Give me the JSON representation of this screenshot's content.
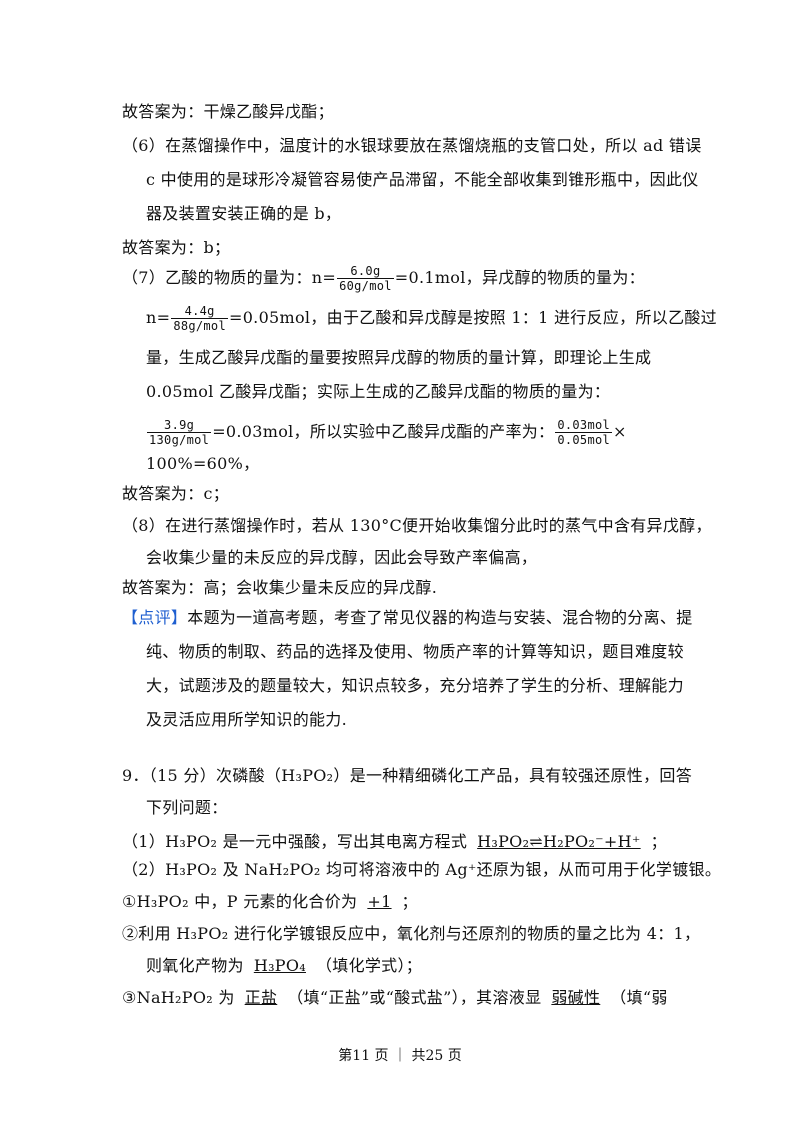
{
  "blocks": {
    "b1": "故答案为：干燥乙酸异戊酯；",
    "q6_1": "（6）在蒸馏操作中，温度计的水银球要放在蒸馏烧瓶的支管口处，所以 ad 错误",
    "q6_2": "c 中使用的是球形冷凝管容易使产品滞留，不能全部收集到锥形瓶中，因此仪",
    "q6_3": "器及装置安装正确的是 b，",
    "b2": "故答案为：b；",
    "q7_1a": "（7）乙酸的物质的量为：n=",
    "q7_1_num": "6.0g",
    "q7_1_den": "60g/mol",
    "q7_1b": "=0.1mol，异戊醇的物质的量为：",
    "q7_2a": "n=",
    "q7_2_num": "4.4g",
    "q7_2_den": "88g/mol",
    "q7_2b": "=0.05mol，由于乙酸和异戊醇是按照 1：1 进行反应，所以乙酸过",
    "q7_3": "量，生成乙酸异戊酯的量要按照异戊醇的物质的量计算，即理论上生成",
    "q7_4": "0.05mol 乙酸异戊酯；实际上生成的乙酸异戊酯的物质的量为：",
    "q7_5_num": "3.9g",
    "q7_5_den": "130g/mol",
    "q7_5b": "=0.03mol，所以实验中乙酸异戊酯的产率为：",
    "q7_5_num2": "0.03mol",
    "q7_5_den2": "0.05mol",
    "q7_5c": "×",
    "q7_6": "100%=60%，",
    "b3": "故答案为：c；",
    "q8_1": "（8）在进行蒸馏操作时，若从 130°C便开始收集馏分此时的蒸气中含有异戊醇，",
    "q8_2": "会收集少量的未反应的异戊醇，因此会导致产率偏高，",
    "b4": "故答案为：高；会收集少量未反应的异戊醇.",
    "review_tag": "【点评】",
    "review_1": "本题为一道高考题，考查了常见仪器的构造与安装、混合物的分离、提",
    "review_2": "纯、物质的制取、药品的选择及使用、物质产率的计算等知识，题目难度较",
    "review_3": "大，试题涉及的题量较大，知识点较多，充分培养了学生的分析、理解能力",
    "review_4": "及灵活应用所学知识的能力.",
    "q9_1": "9．（15 分）次磷酸（H₃PO₂）是一种精细磷化工产品，具有较强还原性，回答",
    "q9_2": "下列问题：",
    "q9_3a": "（1）H₃PO₂ 是一元中强酸，写出其电离方程式",
    "q9_3_ans": "H₃PO₂⇌H₂PO₂⁻+H⁺",
    "q9_3b": "；",
    "q9_4": "（2）H₃PO₂ 及 NaH₂PO₂ 均可将溶液中的 Ag⁺还原为银，从而可用于化学镀银。",
    "q9_5a": "①H₃PO₂ 中，P 元素的化合价为",
    "q9_5_ans": "+1",
    "q9_5b": "；",
    "q9_6": "②利用 H₃PO₂ 进行化学镀银反应中，氧化剂与还原剂的物质的量之比为 4：1，",
    "q9_7a": "则氧化产物为",
    "q9_7_ans": "H₃PO₄",
    "q9_7b": "（填化学式）；",
    "q9_8a": "③NaH₂PO₂ 为",
    "q9_8_ans1": "正盐",
    "q9_8b": "（填“正盐”或“酸式盐”），其溶液显",
    "q9_8_ans2": "弱碱性",
    "q9_8c": "（填“弱"
  },
  "footer": "第11 页 ｜ 共25 页"
}
